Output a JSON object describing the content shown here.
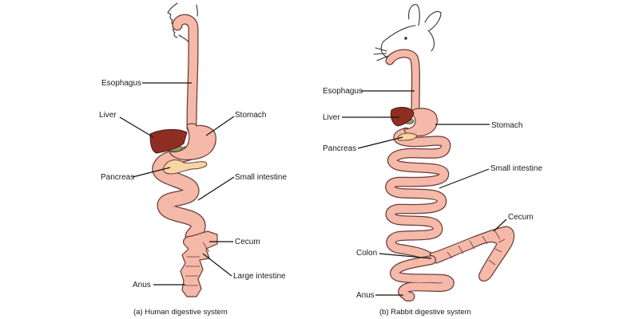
{
  "panels": [
    {
      "id": "human",
      "caption": "(a) Human digestive system",
      "labels": {
        "esophagus": "Esophagus",
        "liver": "Liver",
        "stomach": "Stomach",
        "pancreas": "Pancreas",
        "small_intestine": "Small intestine",
        "cecum": "Cecum",
        "large_intestine": "Large intestine",
        "anus": "Anus"
      }
    },
    {
      "id": "rabbit",
      "caption": "(b) Rabbit digestive system",
      "labels": {
        "esophagus": "Esophagus",
        "liver": "Liver",
        "stomach": "Stomach",
        "pancreas": "Pancreas",
        "small_intestine": "Small intestine",
        "cecum": "Cecum",
        "colon": "Colon",
        "anus": "Anus"
      }
    }
  ],
  "colors": {
    "gut_fill": "#f4b9a8",
    "gut_outline": "#6b3a36",
    "liver": "#8e2e22",
    "pancreas": "#f6d6a4",
    "gallbladder": "#8a9a5b",
    "leader": "#111111",
    "background": "#ffffff"
  }
}
